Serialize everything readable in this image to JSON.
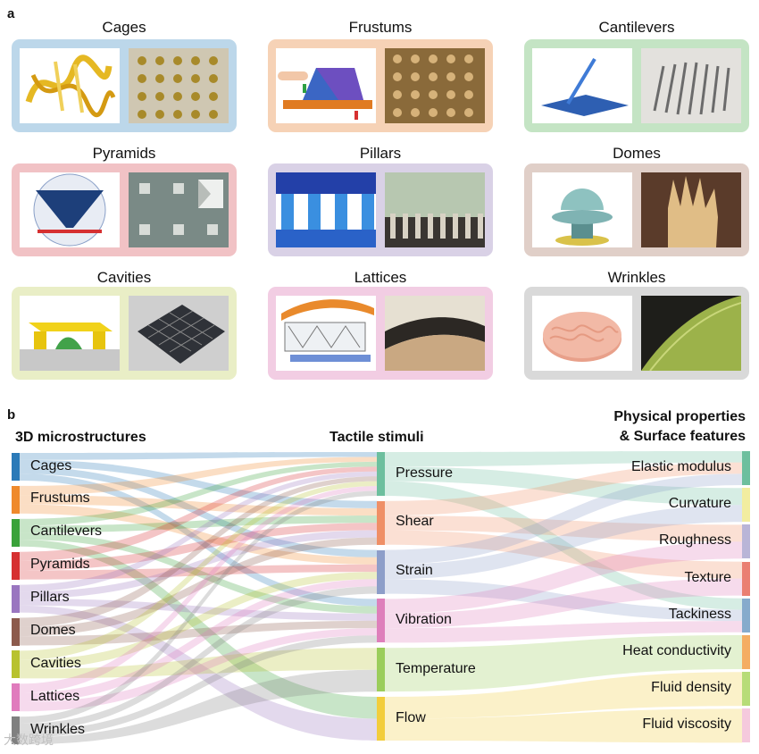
{
  "panel_a": {
    "letter": "a",
    "tiles": [
      {
        "title": "Cages",
        "color": "#bcd7ea"
      },
      {
        "title": "Frustums",
        "color": "#f6d2b6"
      },
      {
        "title": "Cantilevers",
        "color": "#c4e4c4"
      },
      {
        "title": "Pyramids",
        "color": "#f1c2c5"
      },
      {
        "title": "Pillars",
        "color": "#d9d1e6"
      },
      {
        "title": "Domes",
        "color": "#e0cfc8"
      },
      {
        "title": "Cavities",
        "color": "#e9eec6"
      },
      {
        "title": "Lattices",
        "color": "#f2cde3"
      },
      {
        "title": "Wrinkles",
        "color": "#d9d9d9"
      }
    ]
  },
  "panel_b": {
    "letter": "b",
    "left_heading": "3D microstructures",
    "mid_heading": "Tactile stimuli",
    "right_heading_line1": "Physical properties",
    "right_heading_line2": "& Surface features",
    "left_nodes": [
      {
        "label": "Cages",
        "color": "#2b7ab8"
      },
      {
        "label": "Frustums",
        "color": "#ef8a2c"
      },
      {
        "label": "Cantilevers",
        "color": "#3aa23a"
      },
      {
        "label": "Pyramids",
        "color": "#d63031"
      },
      {
        "label": "Pillars",
        "color": "#9a76c0"
      },
      {
        "label": "Domes",
        "color": "#8c5a4c"
      },
      {
        "label": "Cavities",
        "color": "#b8c22f"
      },
      {
        "label": "Lattices",
        "color": "#e07bbd"
      },
      {
        "label": "Wrinkles",
        "color": "#808080"
      }
    ],
    "mid_nodes": [
      {
        "label": "Pressure",
        "color": "#6dbf9e"
      },
      {
        "label": "Shear",
        "color": "#ef8f66"
      },
      {
        "label": "Strain",
        "color": "#8d9ec9"
      },
      {
        "label": "Vibration",
        "color": "#de7fbb"
      },
      {
        "label": "Temperature",
        "color": "#9bcd5b"
      },
      {
        "label": "Flow",
        "color": "#f2cd3c"
      }
    ],
    "right_nodes": [
      {
        "label": "Elastic modulus",
        "color": "#6dbf9e"
      },
      {
        "label": "Curvature",
        "color": "#f2eda0"
      },
      {
        "label": "Roughness",
        "color": "#b9b5d7"
      },
      {
        "label": "Texture",
        "color": "#ea7f72"
      },
      {
        "label": "Tackiness",
        "color": "#86abcc"
      },
      {
        "label": "Heat conductivity",
        "color": "#f4ad63"
      },
      {
        "label": "Fluid density",
        "color": "#b7dc78"
      },
      {
        "label": "Fluid viscosity",
        "color": "#f5c9dd"
      }
    ],
    "links_left_to_mid": [
      [
        0,
        0
      ],
      [
        0,
        1
      ],
      [
        0,
        2
      ],
      [
        0,
        3
      ],
      [
        1,
        0
      ],
      [
        1,
        1
      ],
      [
        1,
        2
      ],
      [
        2,
        0
      ],
      [
        2,
        1
      ],
      [
        2,
        3
      ],
      [
        2,
        5
      ],
      [
        3,
        0
      ],
      [
        3,
        1
      ],
      [
        3,
        2
      ],
      [
        4,
        0
      ],
      [
        4,
        1
      ],
      [
        4,
        3
      ],
      [
        4,
        5
      ],
      [
        5,
        0
      ],
      [
        5,
        1
      ],
      [
        5,
        3
      ],
      [
        6,
        0
      ],
      [
        6,
        2
      ],
      [
        6,
        4
      ],
      [
        7,
        0
      ],
      [
        7,
        2
      ],
      [
        7,
        3
      ],
      [
        8,
        0
      ],
      [
        8,
        2
      ],
      [
        8,
        3
      ],
      [
        8,
        4
      ]
    ],
    "links_mid_to_right": [
      [
        0,
        0
      ],
      [
        0,
        1
      ],
      [
        0,
        4
      ],
      [
        1,
        0
      ],
      [
        1,
        2
      ],
      [
        1,
        3
      ],
      [
        2,
        0
      ],
      [
        2,
        1
      ],
      [
        2,
        4
      ],
      [
        3,
        2
      ],
      [
        3,
        3
      ],
      [
        3,
        4
      ],
      [
        4,
        5
      ],
      [
        5,
        6
      ],
      [
        5,
        7
      ]
    ]
  },
  "watermark": "大数跨境"
}
